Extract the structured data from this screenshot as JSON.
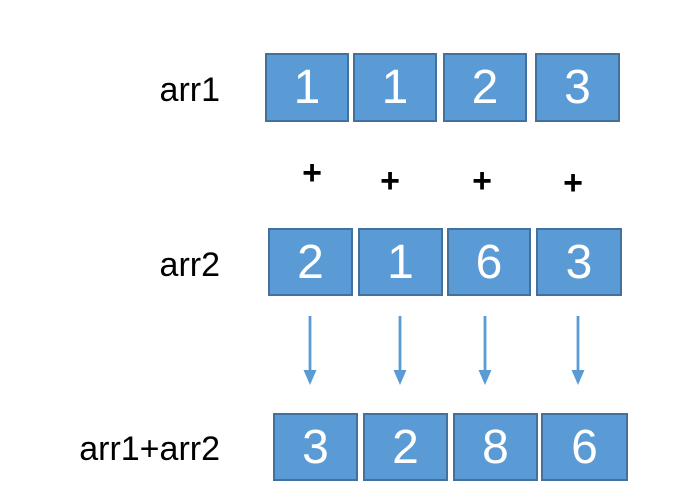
{
  "diagram": {
    "type": "array-addition",
    "rows": [
      {
        "label": "arr1",
        "values": [
          "1",
          "1",
          "2",
          "3"
        ]
      },
      {
        "label": "arr2",
        "values": [
          "2",
          "1",
          "6",
          "3"
        ]
      },
      {
        "label": "arr1+arr2",
        "values": [
          "3",
          "2",
          "8",
          "6"
        ]
      }
    ],
    "operators": [
      "+",
      "+",
      "+",
      "+"
    ],
    "arrow_count": 4,
    "colors": {
      "background": "#FFFFFF",
      "box_fill": "#5B9BD5",
      "box_border": "#41719C",
      "box_text": "#FFFFFF",
      "arrow": "#5B9BD5",
      "operator_text": "#000000",
      "label_text": "#000000"
    }
  }
}
